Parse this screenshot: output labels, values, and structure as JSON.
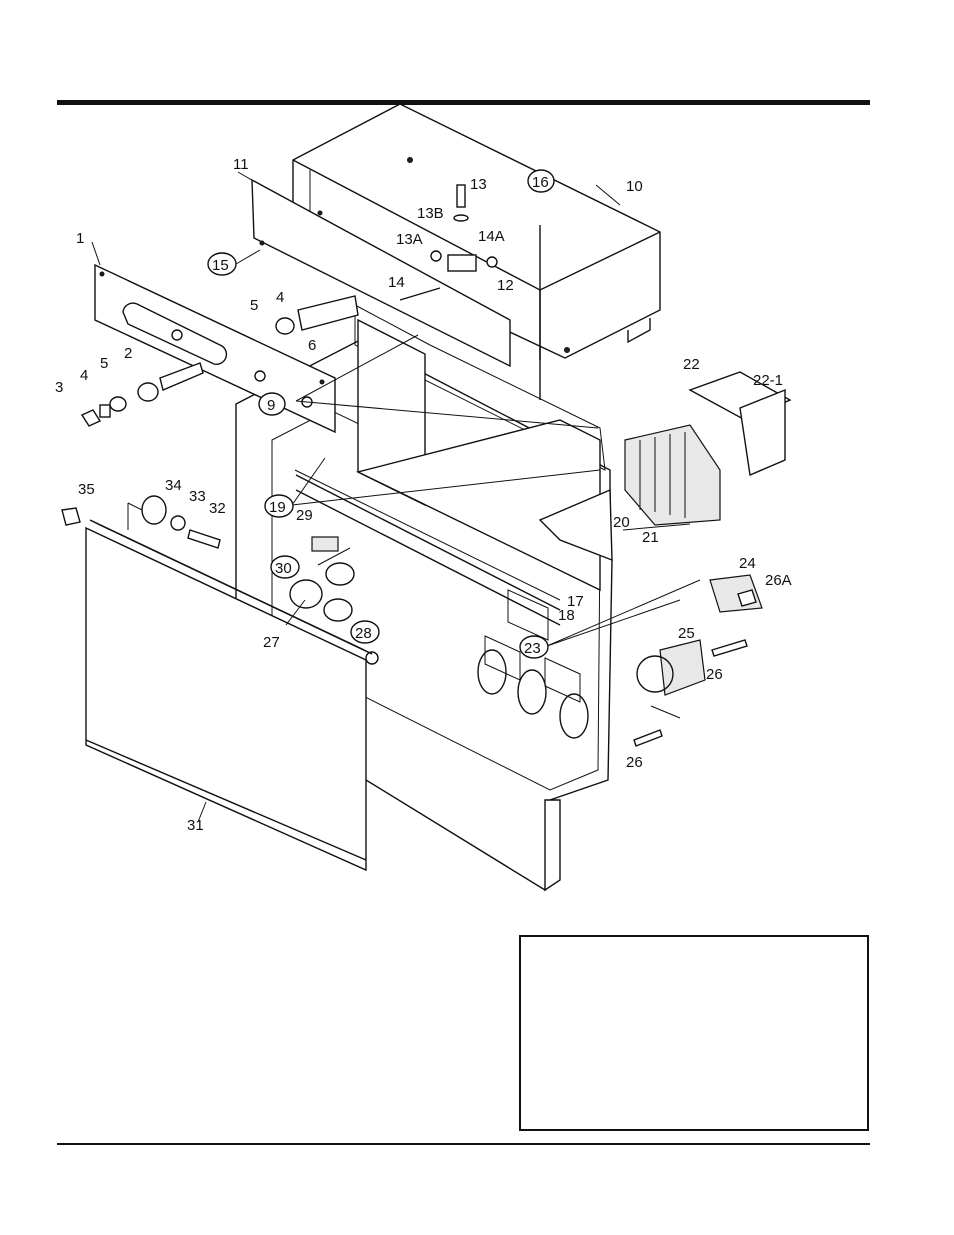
{
  "diagram": {
    "part_labels": {
      "p1": "1",
      "p2": "2",
      "p3": "3",
      "p4a": "4",
      "p4b": "4",
      "p5a": "5",
      "p5b": "5",
      "p6": "6",
      "p9": "9",
      "p10": "10",
      "p11": "11",
      "p12": "12",
      "p13": "13",
      "p13a": "13A",
      "p13b": "13B",
      "p14": "14",
      "p14a": "14A",
      "p15": "15",
      "p16": "16",
      "p17": "17",
      "p18": "18",
      "p19": "19",
      "p20": "20",
      "p21": "21",
      "p22": "22",
      "p22_1": "22-1",
      "p23": "23",
      "p24": "24",
      "p25": "25",
      "p26a": "26",
      "p26b": "26",
      "p26A": "26A",
      "p27": "27",
      "p28": "28",
      "p29": "29",
      "p30": "30",
      "p31": "31",
      "p32": "32",
      "p33": "33",
      "p34": "34",
      "p35": "35"
    }
  }
}
